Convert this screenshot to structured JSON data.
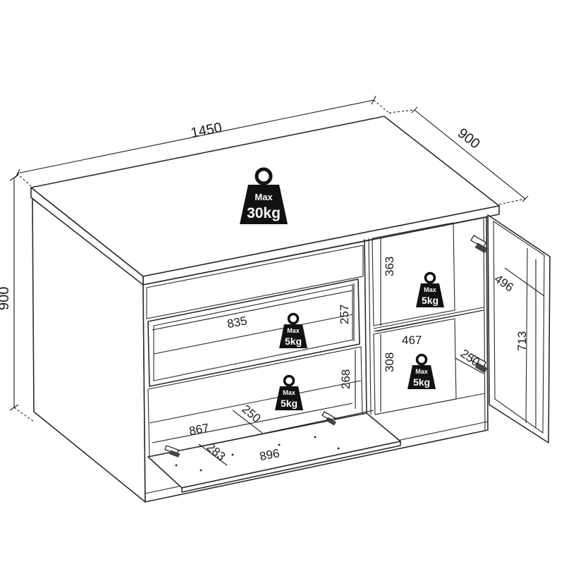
{
  "dimensions": {
    "total_width": "1450",
    "depth": "900",
    "height": "900",
    "drawer_inner_width": "835",
    "drawer_height": "257",
    "lower_compartment_height": "268",
    "flap_depth": "250",
    "flap_inner_width": "867",
    "flap_side": "283",
    "flap_width": "896",
    "cabinet_upper_height": "363",
    "cabinet_inner_width": "467",
    "cabinet_lower_height": "308",
    "cabinet_shelf_depth": "250",
    "door_width": "496",
    "door_height": "713"
  },
  "load_labels": {
    "top": {
      "line1": "Max",
      "line2": "30kg"
    },
    "drawer": {
      "line1": "Max",
      "line2": "5kg"
    },
    "flap": {
      "line1": "Max",
      "line2": "5kg"
    },
    "shelf_upper": {
      "line1": "Max",
      "line2": "5kg"
    },
    "shelf_lower": {
      "line1": "Max",
      "line2": "5kg"
    }
  }
}
